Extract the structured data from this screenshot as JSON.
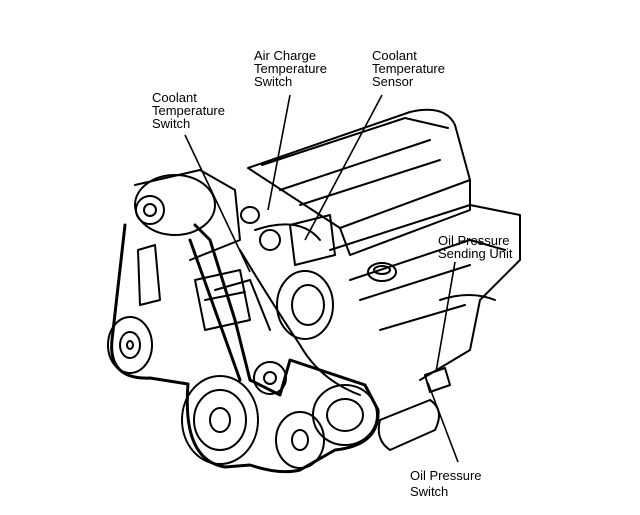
{
  "labels": {
    "air_charge": [
      "Air Charge",
      "Temperature",
      "Switch"
    ],
    "coolant_sensor": [
      "Coolant",
      "Temperature",
      "Sensor"
    ],
    "coolant_switch": [
      "Coolant",
      "Temperature",
      "Switch"
    ],
    "oil_sending": [
      "Oil Pressure",
      "Sending Unit"
    ],
    "oil_switch": [
      "Oil Pressure",
      "Switch"
    ]
  },
  "colors": {
    "ink": "#000000",
    "paper": "#ffffff"
  }
}
